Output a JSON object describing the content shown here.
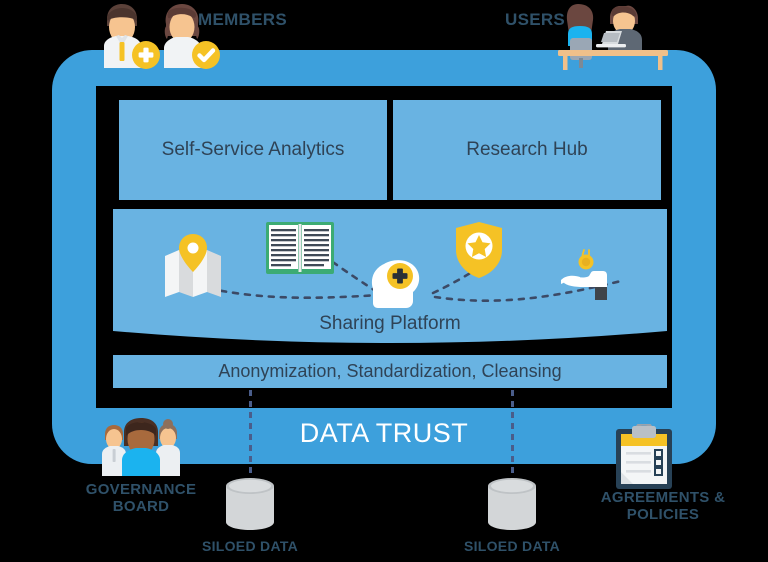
{
  "diagram": {
    "title": "DATA TRUST",
    "frame_color": "#3da0dc",
    "panel_color": "#69b3e2",
    "text_color": "#2f4356",
    "caption_color": "#2f5169",
    "background": "#000000"
  },
  "panels": {
    "analytics": "Self-Service Analytics",
    "research": "Research Hub",
    "sharing": "Sharing Platform",
    "anonymization": "Anonymization, Standardization, Cleansing"
  },
  "actors": {
    "members": {
      "label": "MEMBERS",
      "icons": [
        "person-add-icon",
        "person-verified-icon"
      ]
    },
    "users": {
      "label": "USERS",
      "icons": [
        "users-at-desk-icon"
      ]
    },
    "governance": {
      "label": "GOVERNANCE BOARD",
      "line1": "GOVERNANCE",
      "line2": "BOARD",
      "icons": [
        "group-of-people-icon"
      ]
    },
    "agreements": {
      "label": "AGREEMENTS & POLICIES",
      "line1": "AGREEMENTS &",
      "line2": "POLICIES",
      "icons": [
        "clipboard-checklist-icon"
      ]
    }
  },
  "data_sources": [
    {
      "label": "SILOED DATA",
      "icon": "database-cylinder-icon"
    },
    {
      "label": "SILOED DATA",
      "icon": "database-cylinder-icon"
    }
  ],
  "sharing_nodes": [
    {
      "name": "map-icon",
      "meaning": "location / map data"
    },
    {
      "name": "book-icon",
      "meaning": "knowledge / research"
    },
    {
      "name": "mind-plus-icon",
      "meaning": "insight hub"
    },
    {
      "name": "shield-star-icon",
      "meaning": "trust & security"
    },
    {
      "name": "hand-coin-icon",
      "meaning": "value / monetization"
    }
  ],
  "accents": {
    "yellow": "#f5c225",
    "gold": "#e8b021",
    "green_book": "#3cab74",
    "cylinder": "#cfd2d3",
    "dash": "#4a5d8a"
  }
}
